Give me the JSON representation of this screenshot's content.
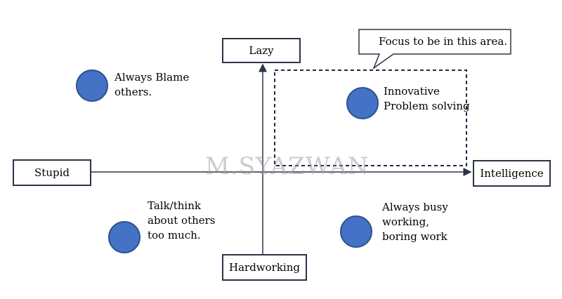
{
  "axis_labels": {
    "top": "Lazy",
    "bottom": "Hardworking",
    "left": "Stupid",
    "right": "Intelligence"
  },
  "callout": "Focus to be in this area.",
  "quadrants": {
    "top_left": [
      "Always Blame",
      "others."
    ],
    "top_right": [
      "Innovative",
      "Problem solving"
    ],
    "bottom_left": [
      "Talk/think",
      "about others",
      "too much."
    ],
    "bottom_right": [
      "Always busy",
      "working,",
      "boring work"
    ]
  },
  "watermark": "M.SYAZWAN",
  "colors": {
    "node_fill": "#4472c4",
    "node_stroke": "#2f528f",
    "line": "#2b3346",
    "focus_border": "#1f2a44"
  }
}
